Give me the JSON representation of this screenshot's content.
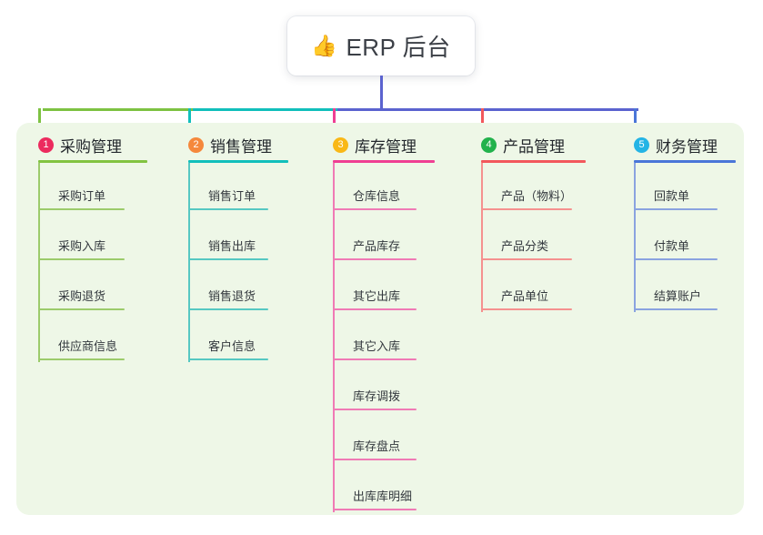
{
  "root": {
    "emoji": "👍",
    "label": "ERP 后台",
    "emoji_name": "thumbs-up-icon"
  },
  "colors": {
    "panel_bg": "#eef7e7",
    "page_bg": "#ffffff",
    "root_text": "#3b3f46",
    "bus_green": "#7dc242",
    "bus_teal": "#11bfbb",
    "bus_indigo": "#5b63cf",
    "drop_green": "#7dc242",
    "drop_teal": "#11bfbb",
    "drop_pink": "#ef3f93",
    "drop_red": "#f2585c",
    "drop_blue": "#4a76d8",
    "badge_1": "#ec2b5e",
    "badge_2": "#f5883c",
    "badge_3": "#f9b817",
    "badge_4": "#22b24c",
    "badge_5": "#24b4e5",
    "rule_1": "#82c341",
    "rule_2": "#11bfbb",
    "rule_3": "#ef3f93",
    "rule_4": "#f2585c",
    "rule_5": "#4a76d8",
    "item_1": "#9ccb6b",
    "item_2": "#56c8c2",
    "item_3": "#f07ab5",
    "item_4": "#f5918f",
    "item_5": "#8aa3e0"
  },
  "columns": [
    {
      "number": "1",
      "title": "采购管理",
      "badge_color": "#ec2b5e",
      "rule_color": "#82c341",
      "item_color": "#9ccb6b",
      "drop_color": "#7dc242",
      "items": [
        "采购订单",
        "采购入库",
        "采购退货",
        "供应商信息"
      ]
    },
    {
      "number": "2",
      "title": "销售管理",
      "badge_color": "#f5883c",
      "rule_color": "#11bfbb",
      "item_color": "#56c8c2",
      "drop_color": "#11bfbb",
      "items": [
        "销售订单",
        "销售出库",
        "销售退货",
        "客户信息"
      ]
    },
    {
      "number": "3",
      "title": "库存管理",
      "badge_color": "#f9b817",
      "rule_color": "#ef3f93",
      "item_color": "#f07ab5",
      "drop_color": "#ef3f93",
      "items": [
        "仓库信息",
        "产品库存",
        "其它出库",
        "其它入库",
        "库存调拨",
        "库存盘点",
        "出库库明细"
      ]
    },
    {
      "number": "4",
      "title": "产品管理",
      "badge_color": "#22b24c",
      "rule_color": "#f2585c",
      "item_color": "#f5918f",
      "drop_color": "#f2585c",
      "items": [
        "产品（物料）",
        "产品分类",
        "产品单位"
      ]
    },
    {
      "number": "5",
      "title": "财务管理",
      "badge_color": "#24b4e5",
      "rule_color": "#4a76d8",
      "item_color": "#8aa3e0",
      "drop_color": "#4a76d8",
      "items": [
        "回款单",
        "付款单",
        "结算账户"
      ]
    }
  ]
}
